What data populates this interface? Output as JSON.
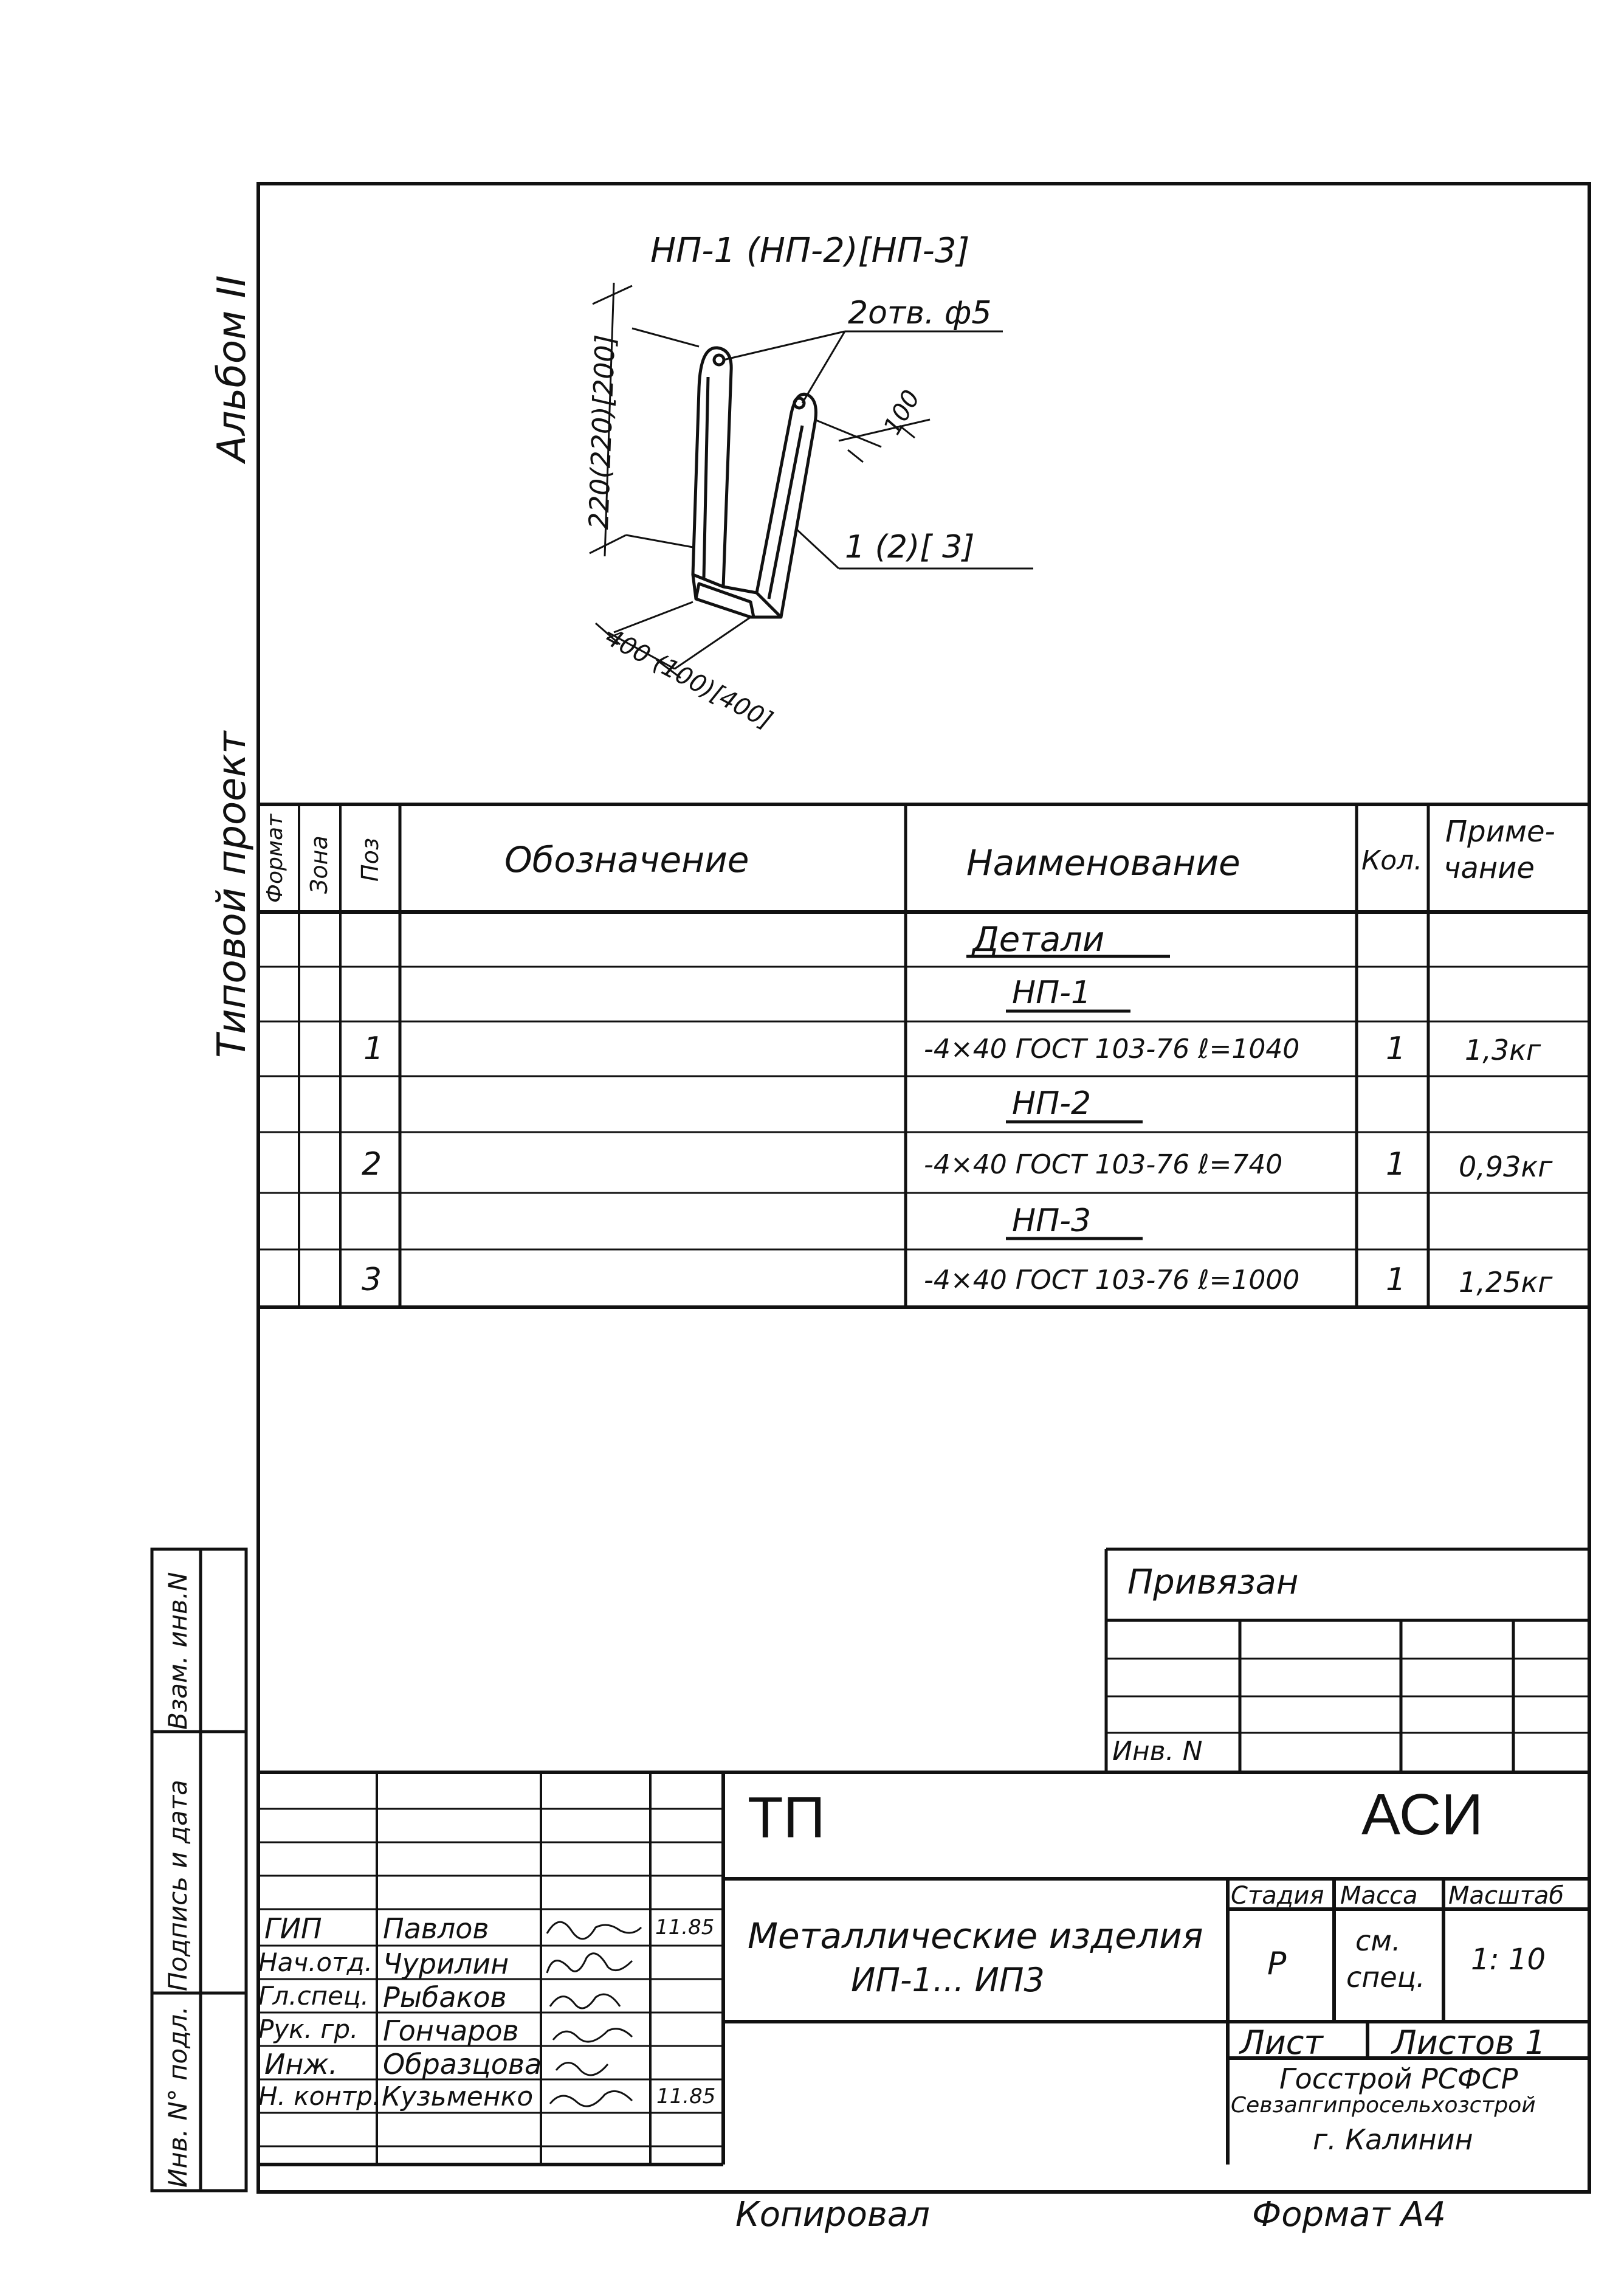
{
  "side": {
    "album": "Альбом II",
    "project": "Типовой проект",
    "vzam": "Взам. инв.N",
    "podpis": "Подпись и дата",
    "inv": "Инв. N° подл."
  },
  "drawing": {
    "title": "НП-1 (НП-2)[НП-3]",
    "holes": "2отв. ф5",
    "dim_height": "220(220)[200]",
    "dim_100": "100",
    "dim_bottom": "400 (100)[400]",
    "pos_label": "1 (2)[ 3]"
  },
  "table": {
    "headers": {
      "format": "Формат",
      "zone": "Зона",
      "pos": "Поз",
      "designation": "Обозначение",
      "name": "Наименование",
      "qty": "Кол.",
      "note_1": "Приме-",
      "note_2": "чание"
    },
    "rows": [
      {
        "pos": "",
        "name": "Детали",
        "qty": "",
        "note": "",
        "heading": true
      },
      {
        "pos": "",
        "name": "НП-1",
        "qty": "",
        "note": "",
        "heading": true
      },
      {
        "pos": "1",
        "name": "-4×40 ГОСТ 103-76 ℓ=1040",
        "qty": "1",
        "note": "1,3кг",
        "heading": false
      },
      {
        "pos": "",
        "name": "НП-2",
        "qty": "",
        "note": "",
        "heading": true
      },
      {
        "pos": "2",
        "name": "-4×40 ГОСТ 103-76 ℓ=740",
        "qty": "1",
        "note": "0,93кг",
        "heading": false
      },
      {
        "pos": "",
        "name": "НП-3",
        "qty": "",
        "note": "",
        "heading": true
      },
      {
        "pos": "3",
        "name": "-4×40 ГОСТ 103-76 ℓ=1000",
        "qty": "1",
        "note": "1,25кг",
        "heading": false
      }
    ]
  },
  "stamp": {
    "privyazan": "Привязан",
    "inv_n": "Инв. N",
    "tp": "ТП",
    "asi": "АСИ",
    "title_1": "Металлические изделия",
    "title_2": "ИП-1... ИП3",
    "stage_h": "Стадия",
    "mass_h": "Масса",
    "scale_h": "Масштаб",
    "stage": "Р",
    "mass_1": "см.",
    "mass_2": "спец.",
    "scale": "1: 10",
    "sheet": "Лист",
    "sheets": "Листов 1",
    "org_1": "Госстрой РСФСР",
    "org_2": "Севзапгипросельхозстрой",
    "org_3": "г. Калинин",
    "people": [
      {
        "role": "ГИП",
        "name": "Павлов",
        "date": "11.85"
      },
      {
        "role": "Нач.отд.",
        "name": "Чурилин",
        "date": ""
      },
      {
        "role": "Гл.спец.",
        "name": "Рыбаков",
        "date": ""
      },
      {
        "role": "Рук. гр.",
        "name": "Гончаров",
        "date": ""
      },
      {
        "role": "Инж.",
        "name": "Образцова",
        "date": ""
      },
      {
        "role": "Н. контр.",
        "name": "Кузьменко",
        "date": "11.85"
      }
    ]
  },
  "footer": {
    "copied": "Копировал",
    "format": "Формат А4"
  }
}
